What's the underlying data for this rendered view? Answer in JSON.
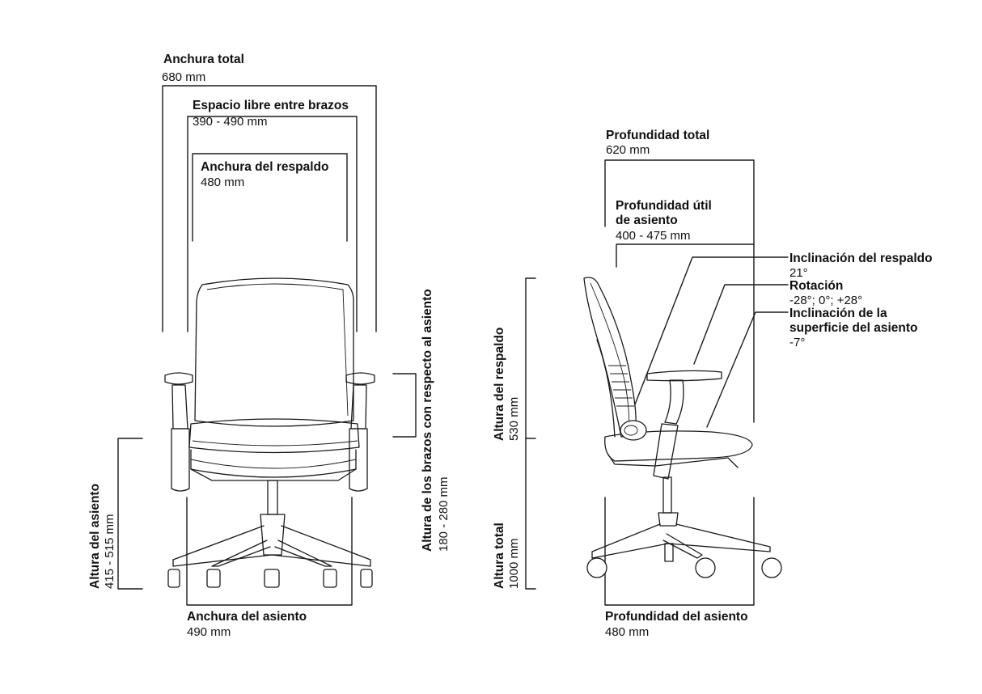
{
  "front_view": {
    "overall_width": {
      "label": "Anchura total",
      "value": "680 mm"
    },
    "armrest_clearance": {
      "label": "Espacio libre entre brazos",
      "value": "390 - 490 mm"
    },
    "backrest_width": {
      "label": "Anchura del respaldo",
      "value": "480 mm"
    },
    "armrest_height": {
      "label": "Altura de los brazos con respecto al asiento",
      "value": "180 - 280 mm"
    },
    "seat_height": {
      "label": "Altura del asiento",
      "value": "415 - 515 mm"
    },
    "seat_width": {
      "label": "Anchura del asiento",
      "value": "490 mm"
    }
  },
  "side_view": {
    "overall_depth": {
      "label": "Profundidad total",
      "value": "620 mm"
    },
    "usable_seat_depth": {
      "label_line1": "Profundidad útil",
      "label_line2": "de asiento",
      "value": "400 - 475 mm"
    },
    "backrest_tilt": {
      "label": "Inclinación del respaldo",
      "value": "21°"
    },
    "rotation": {
      "label": "Rotación",
      "value": "-28°; 0°; +28°"
    },
    "seat_tilt": {
      "label_line1": "Inclinación de la",
      "label_line2": "superficie del asiento",
      "value": "-7°"
    },
    "backrest_height": {
      "label": "Altura del respaldo",
      "value": "530 mm"
    },
    "overall_height": {
      "label": "Altura total",
      "value": "1000 mm"
    },
    "seat_depth": {
      "label": "Profundidad del asiento",
      "value": "480 mm"
    }
  }
}
